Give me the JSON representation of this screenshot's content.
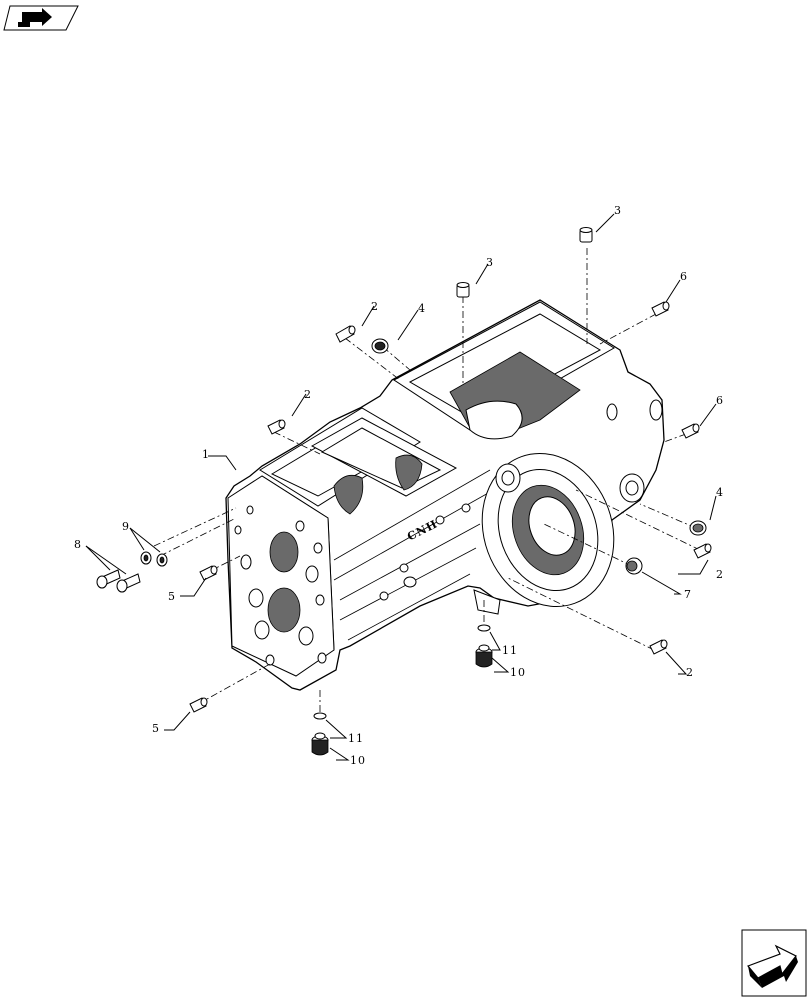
{
  "callouts": [
    {
      "id": "c1",
      "text": "1"
    },
    {
      "id": "c2a",
      "text": "2"
    },
    {
      "id": "c2b",
      "text": "2"
    },
    {
      "id": "c2c",
      "text": "2"
    },
    {
      "id": "c2d",
      "text": "2"
    },
    {
      "id": "c3a",
      "text": "3"
    },
    {
      "id": "c3b",
      "text": "3"
    },
    {
      "id": "c4a",
      "text": "4"
    },
    {
      "id": "c4b",
      "text": "4"
    },
    {
      "id": "c5a",
      "text": "5"
    },
    {
      "id": "c5b",
      "text": "5"
    },
    {
      "id": "c6a",
      "text": "6"
    },
    {
      "id": "c6b",
      "text": "6"
    },
    {
      "id": "c7",
      "text": "7"
    },
    {
      "id": "c8",
      "text": "8"
    },
    {
      "id": "c9",
      "text": "9"
    },
    {
      "id": "c10a",
      "text": "10"
    },
    {
      "id": "c10b",
      "text": "10"
    },
    {
      "id": "c11a",
      "text": "11"
    },
    {
      "id": "c11b",
      "text": "11"
    }
  ],
  "casting_mark": "CNH",
  "icons": {
    "top_left": "catalog-arrow-icon",
    "bottom_right": "next-page-arrow-icon"
  }
}
